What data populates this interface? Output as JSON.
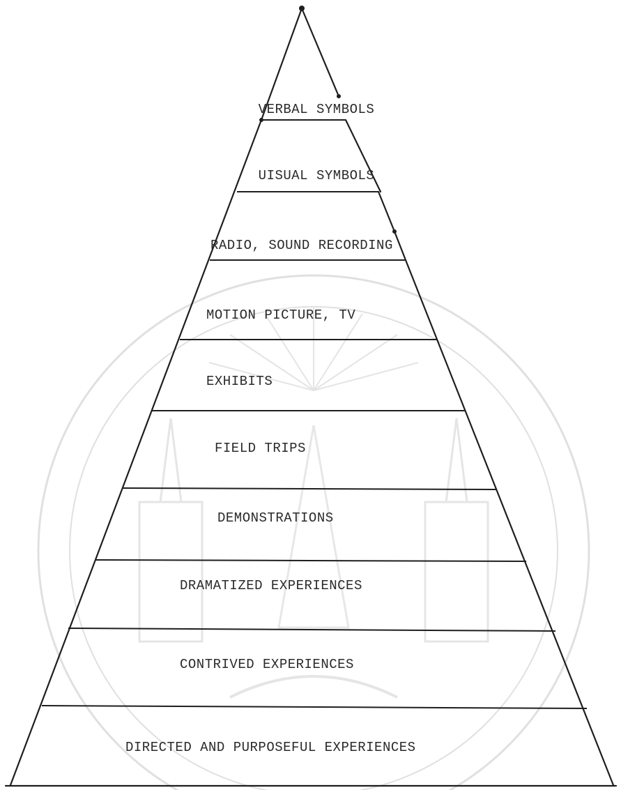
{
  "diagram": {
    "levels": [
      "VERBAL SYMBOLS",
      "UISUAL SYMBOLS",
      "RADIO, SOUND RECORDING",
      "MOTION PICTURE, TV",
      "EXHIBITS",
      "FIELD TRIPS",
      "DEMONSTRATIONS",
      "DRAMATIZED EXPERIENCES",
      "CONTRIVED EXPERIENCES",
      "DIRECTED AND PURPOSEFUL EXPERIENCES"
    ]
  }
}
